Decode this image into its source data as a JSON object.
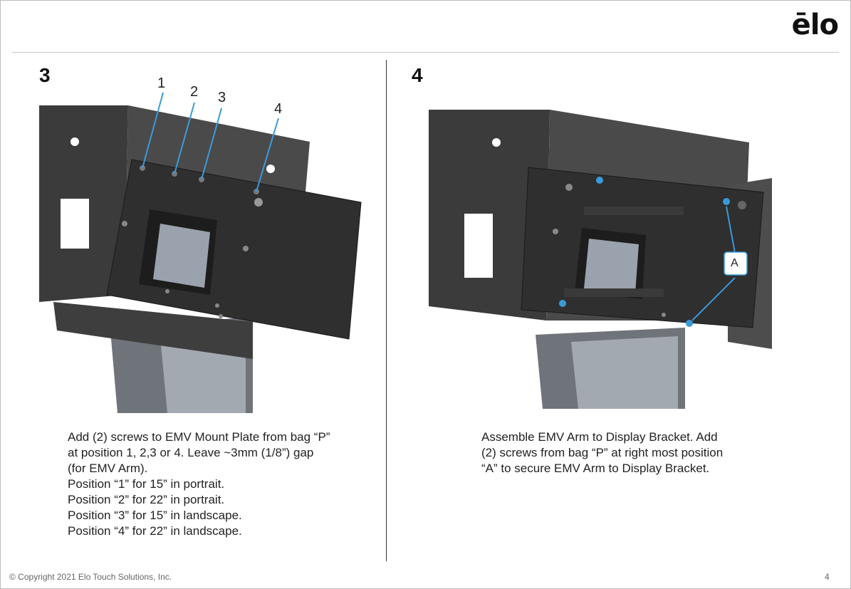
{
  "header": {
    "logo_text": "ēlo"
  },
  "step3": {
    "number": "3",
    "callouts": [
      "1",
      "2",
      "3",
      "4"
    ],
    "lines": [
      "Add (2) screws to EMV Mount Plate from bag “P”",
      "at position 1, 2,3 or 4. Leave ~3mm (1/8”) gap",
      "(for EMV Arm).",
      "Position “1” for 15” in portrait.",
      "Position “2” for 22” in portrait.",
      "Position “3” for 15” in landscape.",
      "Position “4” for 22” in landscape."
    ]
  },
  "step4": {
    "number": "4",
    "callout": "A",
    "lines": [
      "Assemble EMV Arm to Display Bracket. Add",
      "(2) screws from bag “P” at right most position",
      "“A” to secure EMV Arm to Display Bracket."
    ]
  },
  "footer": {
    "copyright": "© Copyright 2021 Elo Touch Solutions, Inc.",
    "page_number": "4"
  },
  "colors": {
    "accent_blue": "#3a9ad9",
    "metal_dark": "#3c3c3c",
    "arm_grey": "#8a9099"
  }
}
